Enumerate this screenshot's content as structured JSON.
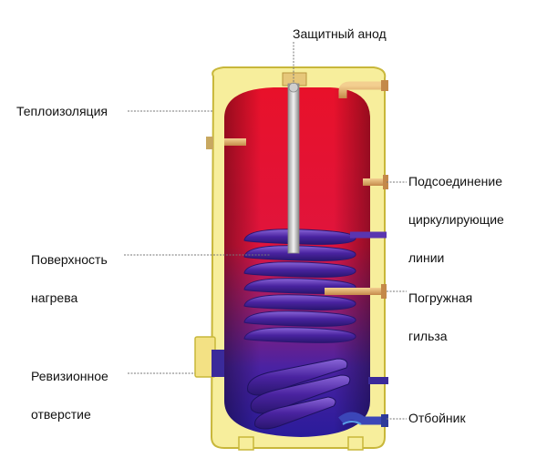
{
  "labels": {
    "anode": "Защитный анод",
    "insulation": "Теплоизоляция",
    "circulation": [
      "Подсоединение",
      "циркулирующие",
      "линии"
    ],
    "heating_surface": [
      "Поверхность",
      "нагрева"
    ],
    "sensor_sleeve": [
      "Погружная",
      "гильза"
    ],
    "inspection_hole": [
      "Ревизионное",
      "отверстие"
    ],
    "baffle": "Отбойник"
  },
  "colors": {
    "casing": "#f7ee9c",
    "casing_stroke": "#c8b73a",
    "tank_top": "#e8112a",
    "tank_bottom": "#3a1fa6",
    "coil": "#5a2fa8",
    "anode": "#d7d7d7",
    "fittings": "#e0b070",
    "leader_line": "#777777"
  }
}
